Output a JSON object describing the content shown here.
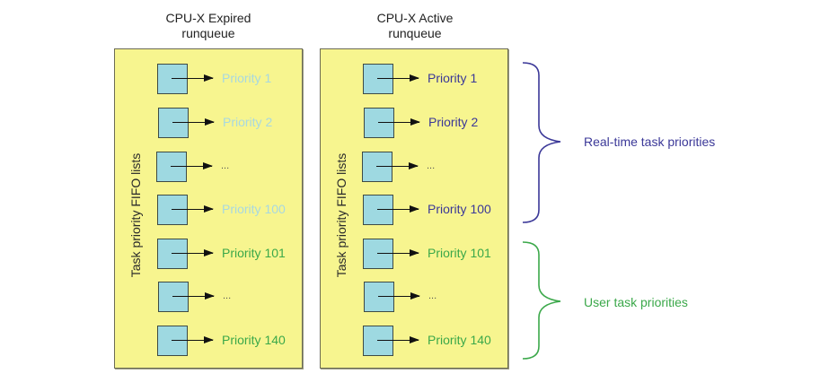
{
  "colors": {
    "panel_fill": "#f7f58f",
    "box_fill": "#9ed9e1",
    "faded_text": "#a8d8e0",
    "realtime": "#3b3898",
    "user": "#3ba84a",
    "ellipsis": "#555555"
  },
  "queues": [
    {
      "title_line1": "CPU-X Expired",
      "title_line2": "runqueue",
      "side_label": "Task priority FIFO lists",
      "rows": [
        {
          "label": "Priority 1",
          "group": "faded"
        },
        {
          "label": "Priority 2",
          "group": "faded"
        },
        {
          "label": "...",
          "group": "ellipsis"
        },
        {
          "label": "Priority 100",
          "group": "faded"
        },
        {
          "label": "Priority 101",
          "group": "user"
        },
        {
          "label": "...",
          "group": "ellipsis"
        },
        {
          "label": "Priority 140",
          "group": "user"
        }
      ]
    },
    {
      "title_line1": "CPU-X Active",
      "title_line2": "runqueue",
      "side_label": "Task priority FIFO lists",
      "rows": [
        {
          "label": "Priority 1",
          "group": "realtime"
        },
        {
          "label": "Priority 2",
          "group": "realtime"
        },
        {
          "label": "...",
          "group": "ellipsis"
        },
        {
          "label": "Priority 100",
          "group": "realtime"
        },
        {
          "label": "Priority 101",
          "group": "user"
        },
        {
          "label": "...",
          "group": "ellipsis"
        },
        {
          "label": "Priority 140",
          "group": "user"
        }
      ]
    }
  ],
  "braces": {
    "realtime_label": "Real-time task priorities",
    "user_label": "User task priorities"
  }
}
